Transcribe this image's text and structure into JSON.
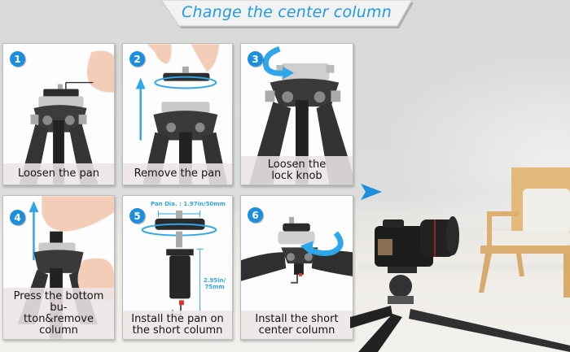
{
  "banner": {
    "title": "Change the center column"
  },
  "steps": [
    {
      "number": "1",
      "caption_line1": "Loosen the pan",
      "caption_line2": ""
    },
    {
      "number": "2",
      "caption_line1": "Remove the pan",
      "caption_line2": ""
    },
    {
      "number": "3",
      "caption_line1": "Loosen the",
      "caption_line2": "lock knob"
    },
    {
      "number": "4",
      "caption_line1": "Press the bottom bu-",
      "caption_line2": "tton&remove column"
    },
    {
      "number": "5",
      "caption_line1": "Install the pan on",
      "caption_line2": "the short column"
    },
    {
      "number": "6",
      "caption_line1": "Install the short",
      "caption_line2": "center column"
    }
  ],
  "dimensions": {
    "pan_diameter": "Pan Dia. : 1.97in/50mm",
    "column_height_line1": "2.95in/",
    "column_height_line2": "75mm"
  },
  "colors": {
    "accent_blue": "#1f9be6",
    "badge_blue": "#1b8fdd",
    "caption_bg": "#ece5e5"
  }
}
